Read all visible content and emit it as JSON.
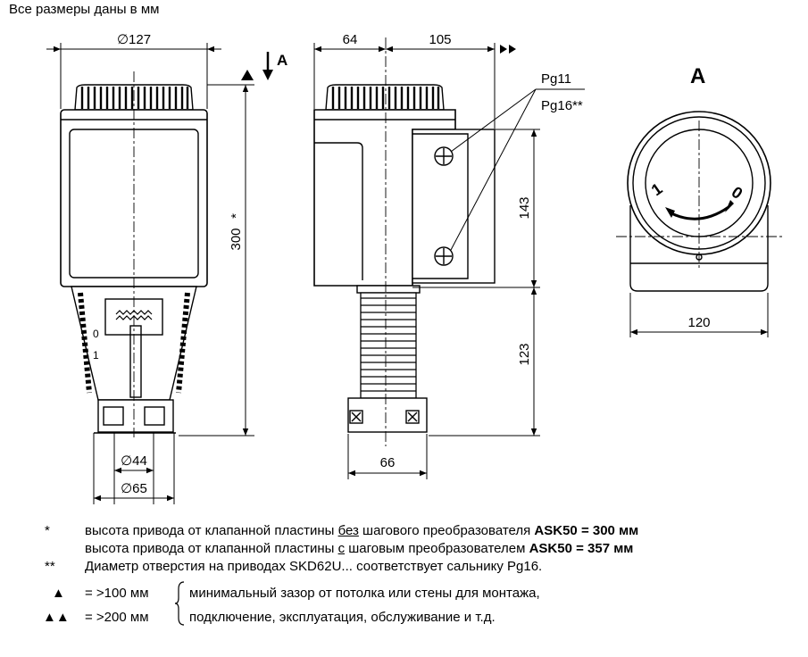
{
  "header_note": "Все размеры даны в мм",
  "dimensions": {
    "d127": "∅127",
    "d44": "∅44",
    "d65": "∅65",
    "h300": "300",
    "h300_star": "*",
    "w64": "64",
    "w105": "105",
    "h143": "143",
    "h123": "123",
    "w66": "66",
    "w120": "120"
  },
  "labels": {
    "view_arrow": "A",
    "view_title": "A",
    "pg11": "Pg11",
    "pg16": "Pg16**",
    "scale_0": "0",
    "scale_1": "1",
    "knob_1": "1",
    "knob_0": "0"
  },
  "footnotes": [
    {
      "mark": "*",
      "pre": "высота привода от клапанной пластины ",
      "u": "без",
      "mid": " шагового преобразователя ",
      "bold": "ASK50 = 300 мм"
    },
    {
      "mark": "",
      "pre": "высота привода от клапанной пластины ",
      "u": "с",
      "mid": " шаговым преобразователем ",
      "bold": "ASK50 = 357 мм"
    },
    {
      "mark": "**",
      "text": "Диаметр отверстия на приводах SKD62U... соответствует сальнику Pg16."
    }
  ],
  "clearance": [
    {
      "mark": "▲",
      "value": "= >100 мм",
      "text": "минимальный зазор от потолка или стены для монтажа,"
    },
    {
      "mark": "▲▲",
      "value": "= >200 мм",
      "text": "подключение, эксплуатация, обслуживание и т.д."
    }
  ]
}
